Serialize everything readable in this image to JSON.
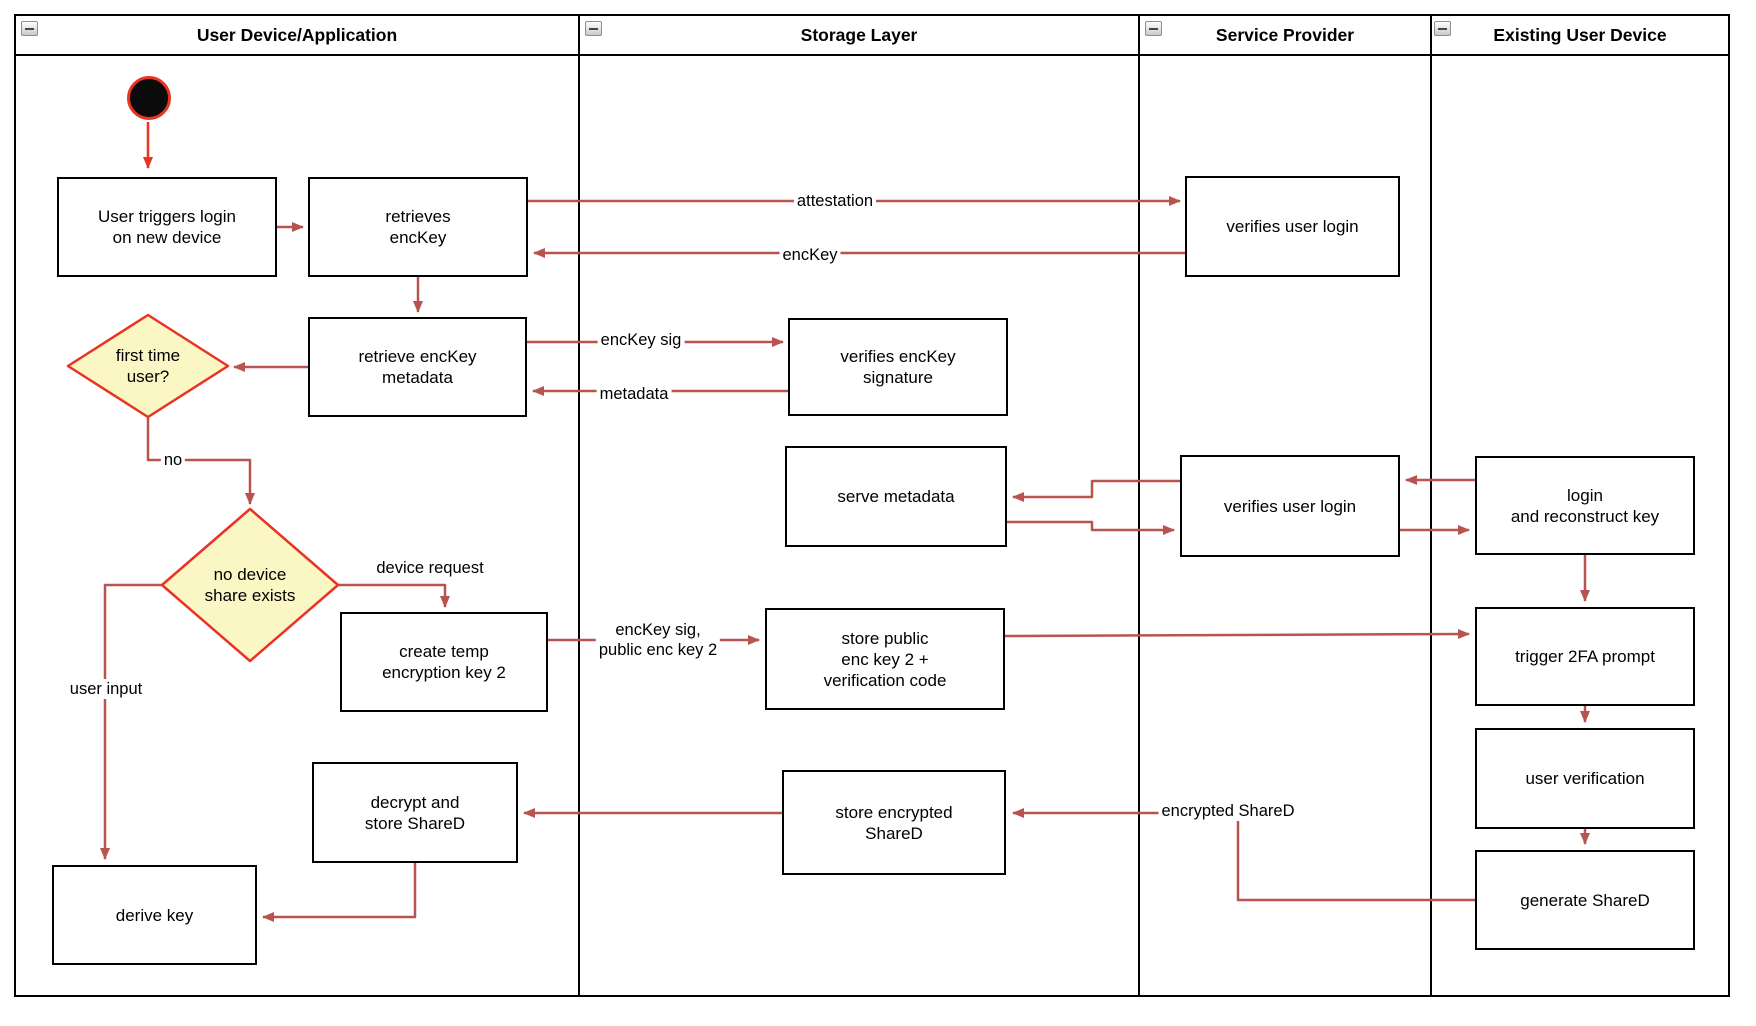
{
  "colors": {
    "edge": "#B85450",
    "start_accent": "#EA3323",
    "diamond_fill": "#FBF7C5",
    "diamond_stroke": "#EA3323",
    "node_border": "#000000",
    "node_fill": "#FFFFFF",
    "lane_border": "#000000"
  },
  "icons": {
    "collapse": "minus-in-box"
  },
  "lanes": [
    {
      "title": "User Device/Application"
    },
    {
      "title": "Storage Layer"
    },
    {
      "title": "Service Provider"
    },
    {
      "title": "Existing User Device"
    }
  ],
  "nodes": {
    "start": {
      "type": "initial-node"
    },
    "user_triggers_login": {
      "text": "User triggers login\non new device"
    },
    "retrieves_enckey": {
      "text": "retrieves\nencKey"
    },
    "verifies_user_login_1": {
      "text": "verifies user login"
    },
    "first_time_user": {
      "text": "first time\nuser?"
    },
    "retrieve_enckey_metadata": {
      "text": "retrieve encKey\nmetadata"
    },
    "verifies_enckey_signature": {
      "text": "verifies encKey\nsignature"
    },
    "serve_metadata": {
      "text": "serve metadata"
    },
    "verifies_user_login_2": {
      "text": "verifies user login"
    },
    "login_and_reconstruct_key": {
      "text": "login\nand reconstruct key"
    },
    "no_device_share_exists": {
      "text": "no device\nshare exists"
    },
    "create_temp_encryption_key_2": {
      "text": "create temp\nencryption key 2"
    },
    "store_public_enc_key_2": {
      "text": "store public\nenc key 2 +\nverification code"
    },
    "trigger_2fa_prompt": {
      "text": "trigger 2FA prompt"
    },
    "user_verification": {
      "text": "user verification"
    },
    "store_encrypted_shared": {
      "text": "store encrypted\nShareD"
    },
    "decrypt_and_store_shared": {
      "text": "decrypt and\nstore ShareD"
    },
    "generate_shared": {
      "text": "generate ShareD"
    },
    "derive_key": {
      "text": "derive key"
    }
  },
  "edge_labels": {
    "attestation": "attestation",
    "enckey": "encKey",
    "enckey_sig": "encKey sig",
    "metadata": "metadata",
    "no": "no",
    "device_request": "device request",
    "enckey_sig_public_enc_key_2": "encKey sig,\npublic enc key 2",
    "user_input": "user input",
    "encrypted_shared": "encrypted ShareD"
  }
}
